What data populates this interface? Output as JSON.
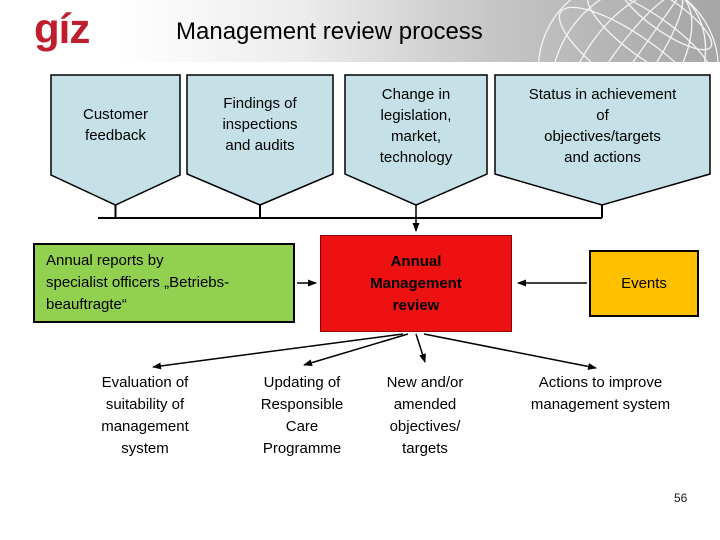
{
  "header": {
    "logo": "gíz",
    "title": "Management review process"
  },
  "inputs": [
    {
      "label": "Customer\nfeedback"
    },
    {
      "label": "Findings of\ninspections\nand audits"
    },
    {
      "label": "Change in\nlegislation,\nmarket,\ntechnology"
    },
    {
      "label": "Status in achievement\nof\nobjectives/targets\nand actions"
    }
  ],
  "left_box": {
    "label": "Annual reports by\nspecialist officers „Betriebs-\nbeauftragte“"
  },
  "center_box": {
    "label": "Annual\nManagement\nreview"
  },
  "right_box": {
    "label": "Events"
  },
  "outputs": [
    {
      "label": "Evaluation of\nsuitability of\nmanagement\nsystem"
    },
    {
      "label": "Updating of\nResponsible\nCare\nProgramme"
    },
    {
      "label": "New and/or\namended\nobjectives/\ntargets"
    },
    {
      "label": "Actions to improve\nmanagement system"
    }
  ],
  "footer": {
    "page_number": "56"
  },
  "colors": {
    "logo_red": "#be1e2d",
    "pentagon_fill": "#c5e0e6",
    "green": "#92d050",
    "red": "#ee1111",
    "yellow": "#ffc000"
  }
}
